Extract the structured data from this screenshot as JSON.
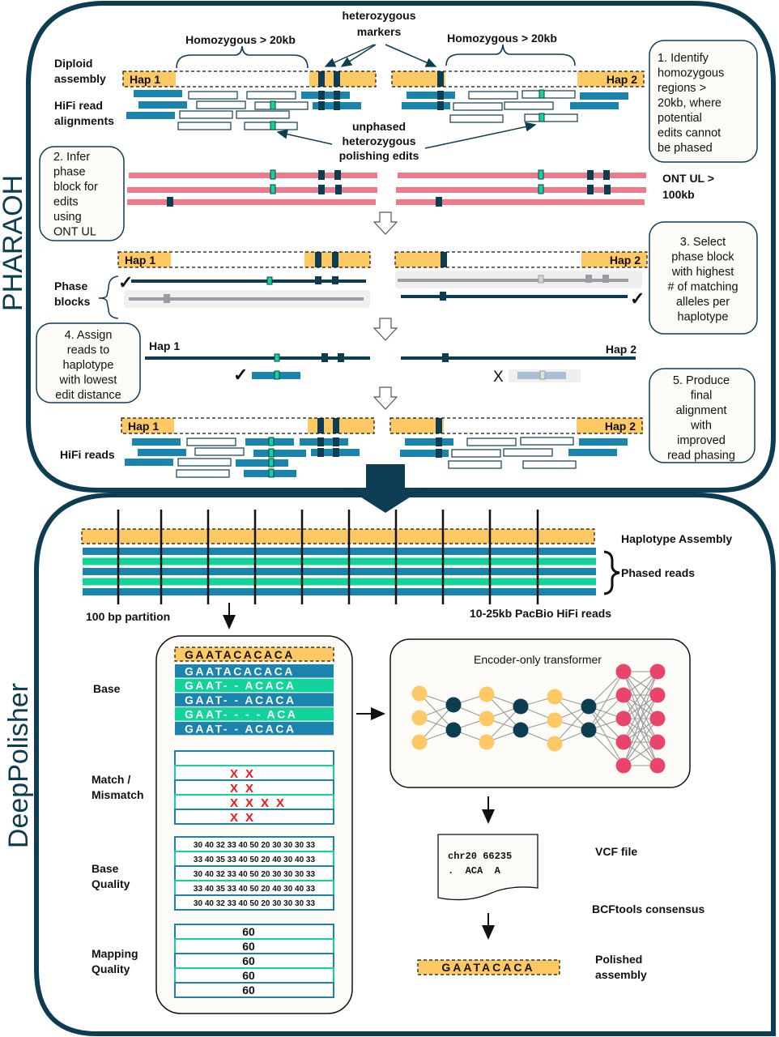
{
  "colors": {
    "frame": "#0d3d52",
    "hap_fill": "#fdc964",
    "hifi_blue": "#1a84ad",
    "teal": "#14d39a",
    "ont_pink": "#ee7a89",
    "marker_dark": "#0d3d52",
    "grey_block": "#9a9da3",
    "grey_bg": "#efefef",
    "panel_bg": "#fcfbf7",
    "mismatch_red": "#e8191f",
    "nn_yellow": "#fdc964",
    "nn_dark": "#0d3d52",
    "nn_pink": "#e9456b"
  },
  "pharaoh": {
    "section_title": "PHARAOH",
    "labels": {
      "diploid_assembly": [
        "Diploid",
        "assembly"
      ],
      "hifi_read_alignments": [
        "HiFi read",
        "alignments"
      ],
      "homozygous_left": "Homozygous > 20kb",
      "homozygous_right": "Homozygous > 20kb",
      "heterozygous_markers": [
        "heterozygous",
        "markers"
      ],
      "unphased_edits": [
        "unphased",
        "heterozygous",
        "polishing edits"
      ],
      "ont_ul": [
        "ONT UL >",
        "100kb"
      ],
      "phase_blocks": [
        "Phase",
        "blocks"
      ],
      "hifi_reads": "HiFi reads",
      "hap1": "Hap 1",
      "hap2": "Hap 2",
      "check": "✓",
      "cross": "X"
    },
    "steps": [
      {
        "id": 1,
        "lines": [
          "1. Identify",
          "homozygous",
          "regions >",
          "20kb, where",
          "potential",
          "edits cannot",
          "be phased"
        ]
      },
      {
        "id": 2,
        "lines": [
          "2. Infer",
          "phase",
          "block for",
          "edits",
          "using",
          "ONT UL"
        ]
      },
      {
        "id": 3,
        "lines": [
          "3. Select",
          "phase block",
          "with highest",
          "# of matching",
          "alleles per",
          "haplotype"
        ]
      },
      {
        "id": 4,
        "lines": [
          "4. Assign",
          "reads to",
          "haplotype",
          "with lowest",
          "edit distance"
        ]
      },
      {
        "id": 5,
        "lines": [
          "5. Produce",
          "final",
          "alignment",
          "with",
          "improved",
          "read phasing"
        ]
      }
    ]
  },
  "deeppolisher": {
    "section_title": "DeepPolisher",
    "labels": {
      "haplotype_assembly": "Haplotype Assembly",
      "phased_reads": "Phased reads",
      "partition": "100 bp partition",
      "pacbio": "10-25kb PacBio HiFi reads",
      "base": "Base",
      "match_mismatch": [
        "Match /",
        "Mismatch"
      ],
      "base_quality": [
        "Base",
        "Quality"
      ],
      "mapping_quality": [
        "Mapping",
        "Quality"
      ],
      "transformer": "Encoder-only transformer",
      "vcf_file": "VCF file",
      "bcftools": "BCFtools consensus",
      "polished_assembly": [
        "Polished",
        "assembly"
      ]
    },
    "reference_seq": "GAATACACACA",
    "base_rows": [
      "GAATACACACA",
      "GAAT- - ACACA",
      "GAAT- - ACACA",
      "GAAT- - - - ACA",
      "GAAT- - ACACA"
    ],
    "mismatch_rows": [
      "",
      "X X",
      "X X",
      "X X X X",
      "X X"
    ],
    "base_quality_rows": [
      "30 40 32 33 40 50 20 30 30 30 33",
      "33 40 35 33 40 50 20 40 30 40 33",
      "30 40 32 33 40 50 20 30 30 30 33",
      "33 40 35 33 40 50 20 40 30 40 33",
      "30 40 32 33 40 50 20 30 30 30 33"
    ],
    "mapping_quality_rows": [
      "60",
      "60",
      "60",
      "60",
      "60"
    ],
    "vcf_lines": [
      "chr20 66235",
      ".  ACA  A"
    ],
    "polished_seq": "GAATACACA"
  }
}
